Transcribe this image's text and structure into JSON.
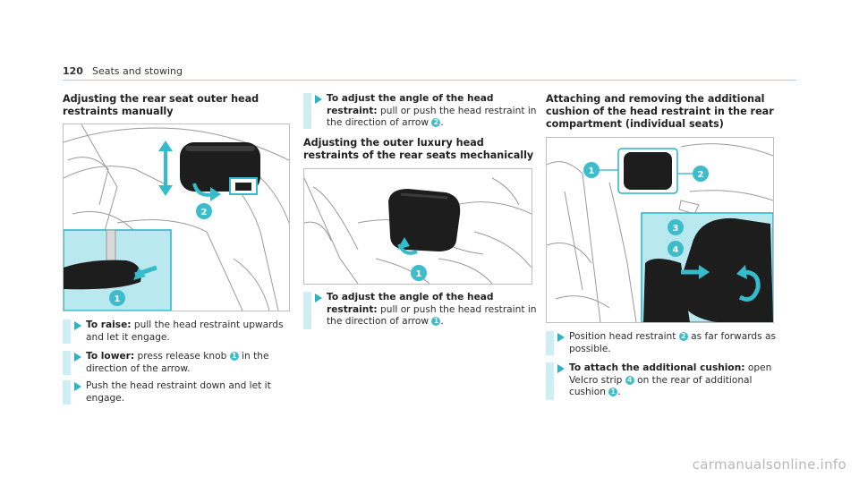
{
  "header": {
    "page_number": "120",
    "section": "Seats and stowing"
  },
  "col1": {
    "heading": "Adjusting the rear seat outer head restraints manually",
    "figure": {
      "callouts": [
        "1",
        "2"
      ]
    },
    "steps": [
      {
        "bold": "To raise:",
        "text": " pull the head restraint upwards and let it engage."
      },
      {
        "bold": "To lower:",
        "pre": " press release knob ",
        "ref": "1",
        "post": " in the direction of the arrow."
      },
      {
        "text": "Push the head restraint down and let it engage."
      }
    ]
  },
  "col2": {
    "step_top": {
      "bold": "To adjust the angle of the head restraint:",
      "pre": " pull or push the head restraint in the direction of arrow ",
      "ref": "2",
      "post": "."
    },
    "heading": "Adjusting the outer luxury head restraints of the rear seats mechanically",
    "figure": {
      "callouts": [
        "1"
      ]
    },
    "step_bottom": {
      "bold": "To adjust the angle of the head restraint:",
      "pre": " pull or push the head restraint in the direction of arrow ",
      "ref": "1",
      "post": "."
    }
  },
  "col3": {
    "heading": "Attaching and removing the additional cushion of the head restraint in the rear compartment (individual seats)",
    "figure": {
      "callouts": [
        "1",
        "2",
        "3",
        "4"
      ]
    },
    "steps": [
      {
        "pre": "Position head restraint ",
        "ref": "2",
        "post": " as far forwards as possible."
      },
      {
        "bold": "To attach the additional cushion:",
        "pre": " open Velcro strip ",
        "ref": "4",
        "mid": " on the rear of additional cushion ",
        "ref2": "1",
        "post": "."
      }
    ]
  },
  "watermark": "carmanualsonline.info",
  "colors": {
    "accent": "#3dbdcc",
    "step_bar": "#cdeef2",
    "inset_bg": "#b9e9ee"
  }
}
